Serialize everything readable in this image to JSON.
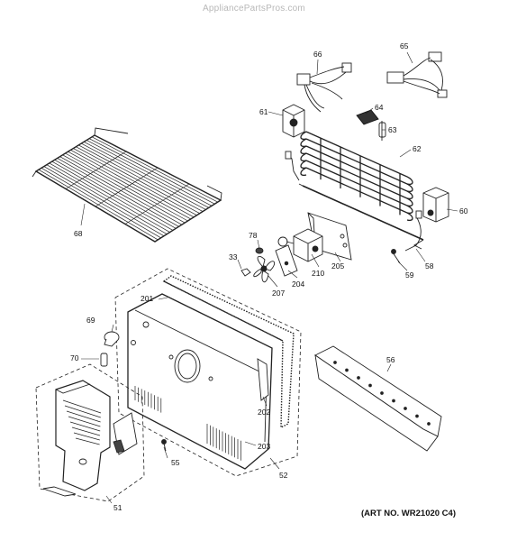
{
  "watermark": "AppliancePartsPros.com",
  "art_number": "(ART NO. WR21020 C4)",
  "callouts": {
    "c51": "51",
    "c52": "52",
    "c55": "55",
    "c56": "56",
    "c58": "58",
    "c59": "59",
    "c60": "60",
    "c61": "61",
    "c62": "62",
    "c63": "63",
    "c64": "64",
    "c65": "65",
    "c66": "66",
    "c68": "68",
    "c69": "69",
    "c70": "70",
    "c78": "78",
    "c33": "33",
    "c201": "201",
    "c202": "202",
    "c203": "203",
    "c204": "204",
    "c205": "205",
    "c207": "207",
    "c210": "210"
  }
}
